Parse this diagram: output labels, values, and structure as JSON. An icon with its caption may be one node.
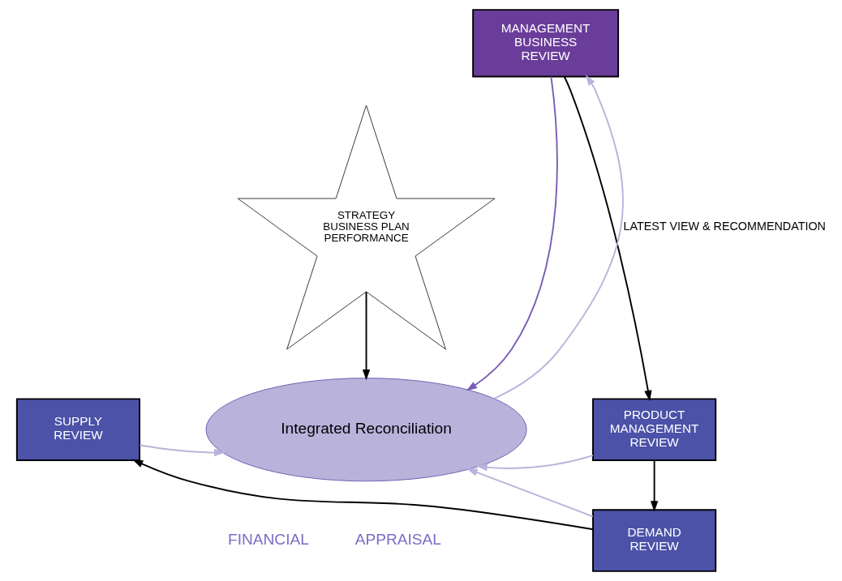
{
  "diagram": {
    "nodes": [
      {
        "text": [
          "MANAGEMENT BUSINESS REVIEW"
        ]
      },
      {
        "text": [
          "SUPPLY REVIEW"
        ]
      },
      {
        "text": [
          "PRODUCT MANAGEMENT REVIEW"
        ]
      },
      {
        "text": [
          "DEMAND REVIEW"
        ]
      },
      {
        "text": [
          "STRATEGY BUSINESS PLAN PERFORMANCE"
        ]
      },
      {
        "text": [
          "Integrated Reconciliation"
        ]
      }
    ],
    "edges": [
      {
        "from": 0,
        "to": 5,
        "arrow": "to",
        "color": "#7b5cb8"
      },
      {
        "from": 0,
        "to": 2,
        "arrow": "to"
      },
      {
        "from": 2,
        "to": 3,
        "arrow": "to"
      },
      {
        "from": 3,
        "to": 1,
        "arrow": "to"
      },
      {
        "from": 1,
        "to": 5,
        "arrow": "to",
        "color": "#b9b3dc"
      },
      {
        "from": 2,
        "to": 5,
        "arrow": "to",
        "color": "#b9b3dc"
      },
      {
        "from": 3,
        "to": 5,
        "arrow": "to",
        "color": "#b9b3dc"
      },
      {
        "from": 4,
        "to": 5,
        "arrow": "to"
      },
      {
        "from": 5,
        "to": 0,
        "arrow": "to",
        "label": "LATEST VIEW & RECOMMENDATION",
        "color": "#b9b3dc"
      }
    ],
    "labels": [
      "FINANCIAL",
      "APPRAISAL"
    ]
  }
}
